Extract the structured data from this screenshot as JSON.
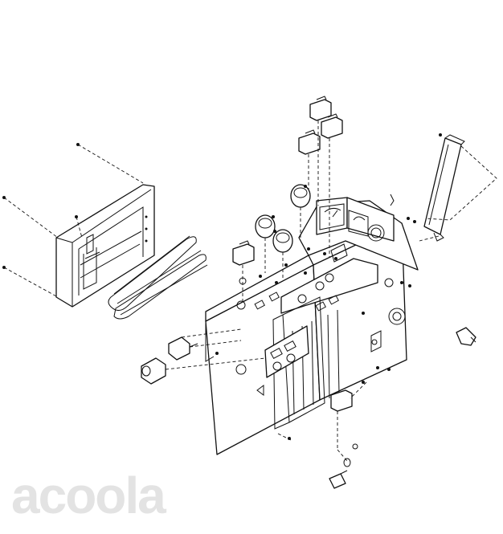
{
  "figure": {
    "description_kind": "exploded-assembly-drawing",
    "parts": [
      "rear-box-housing",
      "heater-tubes",
      "main-control-cabinet",
      "gauge-panel",
      "side-rail",
      "indicator-lamps",
      "pressure-gauges",
      "connector-fittings",
      "drain-valve",
      "sensor-probe"
    ]
  },
  "watermark": {
    "text": "acoola"
  }
}
